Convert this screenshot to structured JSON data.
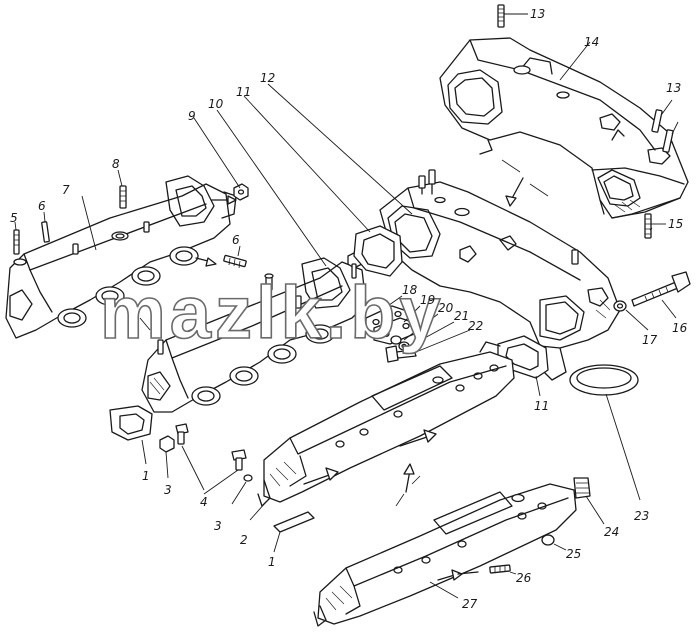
{
  "diagram": {
    "callouts": [
      {
        "id": "c13a",
        "label": "13"
      },
      {
        "id": "c14",
        "label": "14"
      },
      {
        "id": "c13b",
        "label": "13"
      },
      {
        "id": "c15",
        "label": "15"
      },
      {
        "id": "c12",
        "label": "12"
      },
      {
        "id": "c11a",
        "label": "11"
      },
      {
        "id": "c10",
        "label": "10"
      },
      {
        "id": "c9",
        "label": "9"
      },
      {
        "id": "c8",
        "label": "8"
      },
      {
        "id": "c7",
        "label": "7"
      },
      {
        "id": "c6a",
        "label": "6"
      },
      {
        "id": "c5",
        "label": "5"
      },
      {
        "id": "c6b",
        "label": "6"
      },
      {
        "id": "c16",
        "label": "16"
      },
      {
        "id": "c17",
        "label": "17"
      },
      {
        "id": "c18",
        "label": "18"
      },
      {
        "id": "c19",
        "label": "19"
      },
      {
        "id": "c20",
        "label": "20"
      },
      {
        "id": "c21",
        "label": "21"
      },
      {
        "id": "c22",
        "label": "22"
      },
      {
        "id": "c11b",
        "label": "11"
      },
      {
        "id": "c23",
        "label": "23"
      },
      {
        "id": "c1a",
        "label": "1"
      },
      {
        "id": "c3a",
        "label": "3"
      },
      {
        "id": "c4",
        "label": "4"
      },
      {
        "id": "c3b",
        "label": "3"
      },
      {
        "id": "c2",
        "label": "2"
      },
      {
        "id": "c1b",
        "label": "1"
      },
      {
        "id": "c24",
        "label": "24"
      },
      {
        "id": "c25",
        "label": "25"
      },
      {
        "id": "c26",
        "label": "26"
      },
      {
        "id": "c27",
        "label": "27"
      }
    ],
    "watermark": "mazlk.by"
  }
}
